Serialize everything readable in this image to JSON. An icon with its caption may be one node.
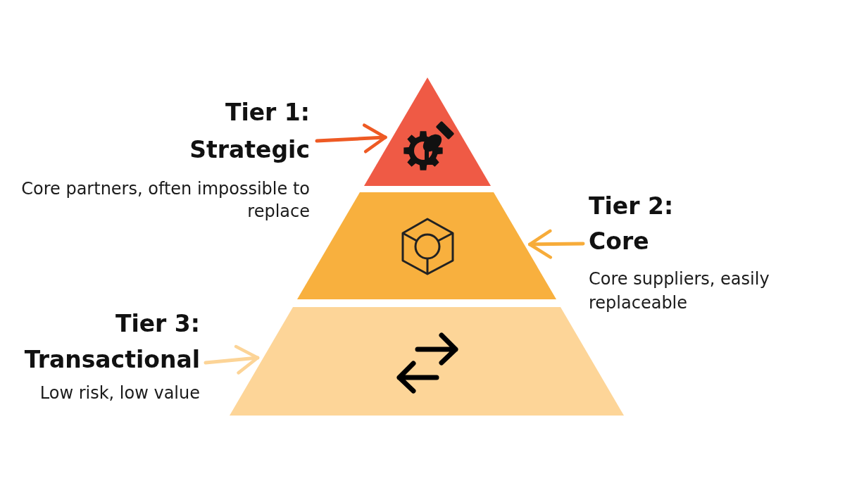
{
  "diagram": {
    "nodes": [
      {
        "text": [
          "Tier 1: Strategic",
          "Core partners, often impossible to replace"
        ]
      },
      {
        "text": [],
        "shape": "triangle"
      },
      {
        "text": [],
        "shape": "trapezoid"
      },
      {
        "text": [
          "Tier 2: Core",
          "Core suppliers, easily replaceable"
        ]
      },
      {
        "text": [
          "Tier 3: Transactional",
          "Low risk, low value"
        ]
      },
      {
        "text": [],
        "shape": "trapezoid"
      }
    ],
    "edges": [
      {
        "from": 0,
        "to": 1,
        "arrow": "to",
        "color": "#ee5a24"
      },
      {
        "from": 3,
        "to": 2,
        "arrow": "to",
        "color": "#f7ac3a"
      },
      {
        "from": 4,
        "to": 5,
        "arrow": "to",
        "color": "#fcd497"
      }
    ]
  }
}
